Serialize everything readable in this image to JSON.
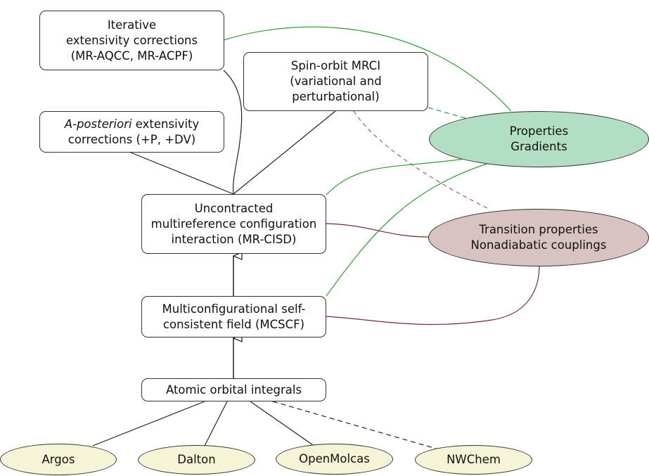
{
  "diagram": {
    "nodes": {
      "iterative": {
        "lines": [
          "Iterative",
          "extensivity corrections",
          "(MR-AQCC, MR-ACPF)"
        ]
      },
      "spin_orbit": {
        "lines": [
          "Spin-orbit MRCI",
          "(variational and",
          "perturbational)"
        ]
      },
      "a_posteriori": {
        "italic_prefix": "A-posteriori",
        "line1_rest": " extensivity",
        "line2": "corrections (+P, +DV)"
      },
      "mrcisd": {
        "lines": [
          "Uncontracted",
          "multireference configuration",
          "interaction (MR-CISD)"
        ]
      },
      "mcscf": {
        "lines": [
          "Multiconfigurational self-",
          "consistent field (MCSCF)"
        ]
      },
      "ao_integrals": {
        "label": "Atomic orbital integrals"
      },
      "properties": {
        "lines": [
          "Properties",
          "Gradients"
        ]
      },
      "transition": {
        "lines": [
          "Transition properties",
          "Nonadiabatic couplings"
        ]
      },
      "argos": {
        "label": "Argos"
      },
      "dalton": {
        "label": "Dalton"
      },
      "openmolcas": {
        "label": "OpenMolcas"
      },
      "nwchem": {
        "label": "NWChem"
      }
    },
    "edges": [
      {
        "from": "iterative",
        "to": "mrcisd",
        "style": "solid",
        "color": "black"
      },
      {
        "from": "a_posteriori",
        "to": "mrcisd",
        "style": "solid",
        "color": "black"
      },
      {
        "from": "spin_orbit",
        "to": "mrcisd",
        "style": "solid",
        "color": "black"
      },
      {
        "from": "mcscf",
        "to": "mrcisd",
        "style": "arrow",
        "color": "black"
      },
      {
        "from": "ao_integrals",
        "to": "mcscf",
        "style": "arrow",
        "color": "black"
      },
      {
        "from": "ao_integrals",
        "to": "argos",
        "style": "solid",
        "color": "black"
      },
      {
        "from": "ao_integrals",
        "to": "dalton",
        "style": "solid",
        "color": "black"
      },
      {
        "from": "ao_integrals",
        "to": "openmolcas",
        "style": "solid",
        "color": "black"
      },
      {
        "from": "ao_integrals",
        "to": "nwchem",
        "style": "dashed",
        "color": "black"
      },
      {
        "from": "iterative",
        "to": "properties",
        "style": "solid",
        "color": "green"
      },
      {
        "from": "spin_orbit",
        "to": "properties",
        "style": "dashed",
        "color": "green"
      },
      {
        "from": "mrcisd",
        "to": "properties",
        "style": "solid",
        "color": "green"
      },
      {
        "from": "mcscf",
        "to": "properties",
        "style": "solid",
        "color": "green"
      },
      {
        "from": "spin_orbit",
        "to": "transition",
        "style": "dashed",
        "color": "brown"
      },
      {
        "from": "mrcisd",
        "to": "transition",
        "style": "solid",
        "color": "brown"
      },
      {
        "from": "mcscf",
        "to": "transition",
        "style": "solid",
        "color": "brown"
      }
    ],
    "colors": {
      "green_fill": "#b2dfc3",
      "rose_fill": "#d8c2c2",
      "cream_fill": "#f5f4d6",
      "green_edge": "#2ca02c",
      "brown_edge": "#8b3a3a",
      "black_edge": "#222222"
    }
  }
}
